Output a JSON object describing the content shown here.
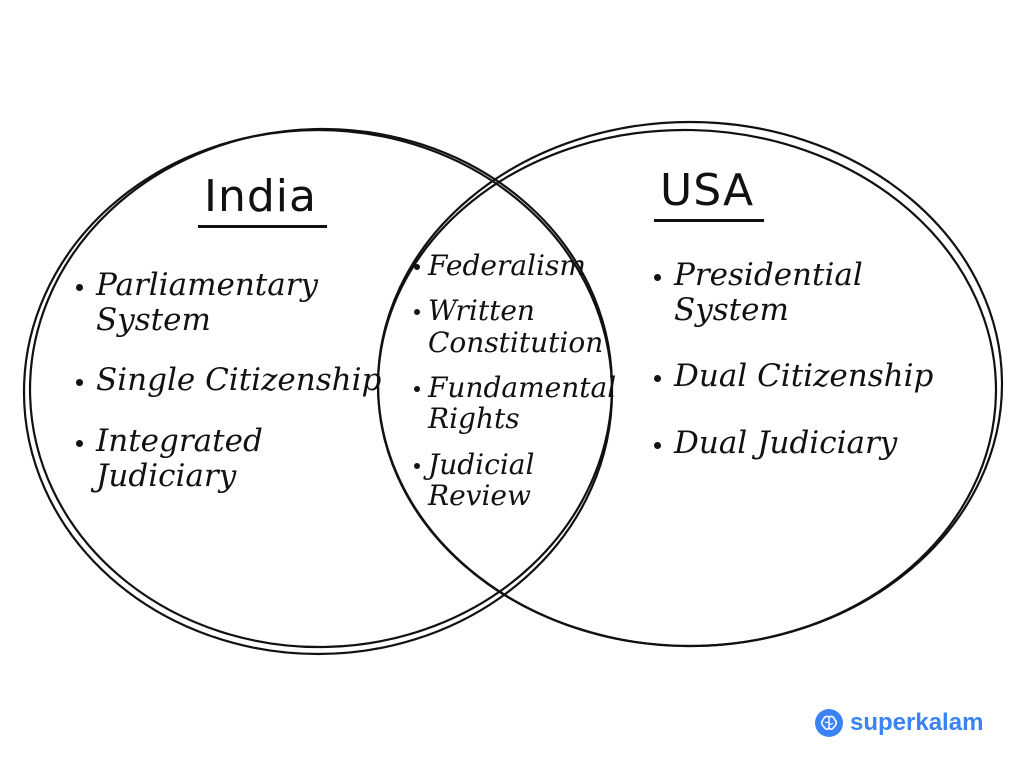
{
  "diagram": {
    "left_set": {
      "title": "India",
      "items": [
        "Parliamentary\nSystem",
        "Single Citizenship",
        "Integrated\nJudiciary"
      ]
    },
    "right_set": {
      "title": "USA",
      "items": [
        "Presidential\nSystem",
        "Dual Citizenship",
        "Dual Judiciary"
      ]
    },
    "intersection": {
      "items": [
        "Federalism",
        "Written\nConstitution",
        "Fundamental\nRights",
        "Judicial\nReview"
      ]
    }
  },
  "branding": {
    "logo_text": "superkalam",
    "logo_icon": "brain-icon",
    "color": "#3b82f6"
  }
}
